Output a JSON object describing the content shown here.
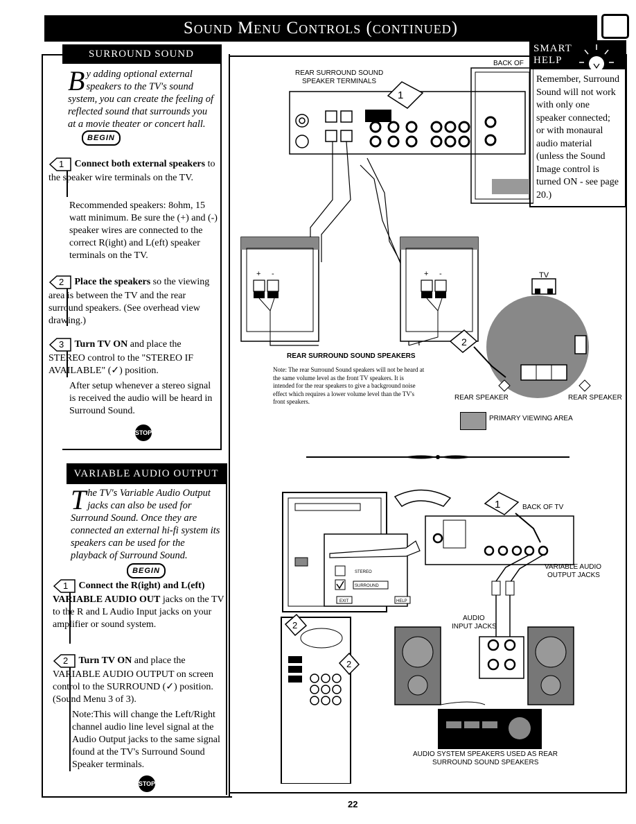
{
  "page": {
    "title": "Sound Menu Controls (continued)",
    "page_number": "22"
  },
  "surround": {
    "heading": "SURROUND SOUND",
    "intro_dropcap": "B",
    "intro_rest": "y adding optional external speakers to the TV's sound system, you can create the feeling of reflected sound that surrounds you at a movie theater or concert hall.",
    "begin_label": "BEGIN",
    "step1_num": "1",
    "step1_bold": "Connect both external speakers",
    "step1_rest": " to the speaker wire terminals on the TV.",
    "step1_para": "Recommended speakers: 8ohm, 15 watt minimum. Be sure the (+) and (-) speaker wires are connected to the correct R(ight) and L(eft) speaker terminals on the TV.",
    "step2_num": "2",
    "step2_bold": "Place the speakers",
    "step2_rest": " so the viewing area is between the TV and the rear surround speakers. (See overhead view drawing.)",
    "step3_num": "3",
    "step3_bold": "Turn TV ON",
    "step3_rest": " and place the STEREO control to the \"STEREO IF AVAILABLE\" (✓) position.",
    "step3_para": "After setup whenever a stereo signal is received the audio will be heard in Surround Sound.",
    "stop_label": "STOP"
  },
  "variable": {
    "heading": "VARIABLE AUDIO OUTPUT",
    "intro_dropcap": "T",
    "intro_rest": "he TV's Variable Audio Output jacks can also be used for Surround Sound. Once they are connected an external hi-fi system its speakers can be used for the playback of Surround Sound.",
    "begin_label": "BEGIN",
    "step1_num": "1",
    "step1_bold": "Connect the R(ight) and L(eft) VARIABLE AUDIO OUT",
    "step1_rest": " jacks on the TV to the R and L Audio Input jacks on your amplifier or sound system.",
    "step2_num": "2",
    "step2_bold": "Turn TV ON",
    "step2_rest": " and place the VARIABLE AUDIO OUTPUT on screen control to the SURROUND (✓) position. (Sound Menu 3 of 3).",
    "note": "Note:This will change the Left/Right channel audio line level signal at the Audio Output jacks to the same signal found at the TV's Surround Sound Speaker terminals.",
    "stop_label": "STOP"
  },
  "smart_help": {
    "heading_line1": "SMART",
    "heading_line2": "HELP",
    "body": "Remember, Surround Sound will not work with only one speaker connected; or with monaural audio material (unless the Sound Image control is turned ON - see page 20.)"
  },
  "diagram_top": {
    "terminals_label_1": "REAR SURROUND SOUND",
    "terminals_label_2": "SPEAKER TERMINALS",
    "back_of_label": "BACK OF",
    "speakers_caption": "REAR SURROUND SOUND SPEAKERS",
    "note": "Note: The rear Surround Sound speakers will not be heard at the same volume level as the front TV speakers. It is intended for the rear speakers to give a background noise effect which requires a lower volume level than the TV's front speakers.",
    "tv_label": "TV",
    "rear_speaker_left": "REAR SPEAKER",
    "rear_speaker_right": "REAR SPEAKER",
    "primary_area": "PRIMARY VIEWING AREA",
    "step_num": "1",
    "step2_num": "2",
    "plus": "+",
    "minus": "-"
  },
  "diagram_bottom": {
    "back_of_tv": "BACK OF TV",
    "variable_label_1": "VARIABLE AUDIO",
    "variable_label_2": "OUTPUT JACKS",
    "audio_input_1": "AUDIO",
    "audio_input_2": "INPUT JACKS",
    "system_caption_1": "AUDIO SYSTEM SPEAKERS USED AS REAR",
    "system_caption_2": "SURROUND SOUND SPEAKERS",
    "step_num": "1",
    "step2_num": "2",
    "menu_stereo": "STEREO",
    "menu_surround": "SURROUND",
    "menu_exit": "EXIT",
    "menu_help": "HELP"
  }
}
